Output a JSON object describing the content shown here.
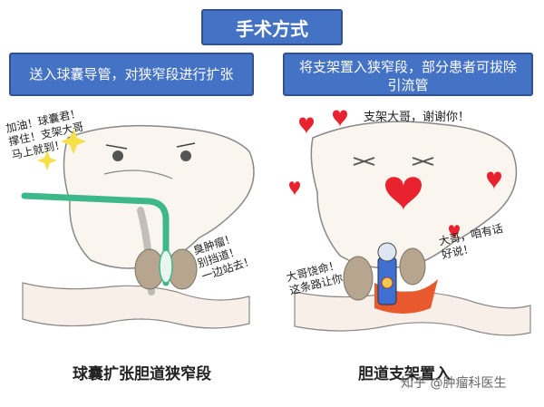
{
  "title": "手术方式",
  "step_left": "送入球囊导管，对狭窄段进行扩张",
  "step_right": "将支架置入狭窄段，部分患者可拔除引流管",
  "left_panel": {
    "speech_balloon": [
      "加油！球囊君！",
      "撑住！支架大哥",
      "马上就到！"
    ],
    "speech_tumor": [
      "臭肿瘤！",
      "别挡道！",
      "一边站去！"
    ]
  },
  "right_panel": {
    "speech_stent_thanks": "支架大哥，谢谢你！",
    "speech_tumor_beg": [
      "大哥饶命！",
      "这条路让你"
    ],
    "speech_stent": [
      "大哥，咱有话",
      "好说！"
    ]
  },
  "caption_left": "球囊扩张胆道狭窄段",
  "caption_right": "胆道支架置入",
  "watermark": "知乎 @肿瘤科医生",
  "colors": {
    "accent": "#4472c4",
    "balloon_tube": "#3cb88a",
    "heart": "#e8232f",
    "tumor": "#b7a58f"
  }
}
